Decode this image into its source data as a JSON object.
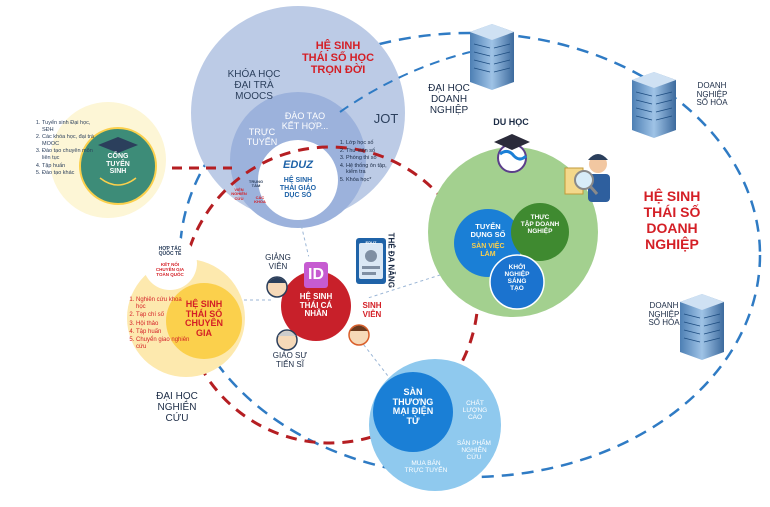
{
  "colors": {
    "dashed_blue": "#2f7bc4",
    "dashed_red": "#b51e22",
    "lifelong_outer": "#bccbe6",
    "lifelong_inner": "#9cb2dc",
    "enterprise_outer": "#a3d08f",
    "enterprise_inner": "#6fb34f",
    "marketplace_outer": "#8fc9ee",
    "marketplace_inner": "#1a7fd6",
    "expert_outer": "#fce6a3",
    "expert_inner": "#fbd04c",
    "red_text": "#d41f26",
    "dark_text": "#2b3f5c"
  },
  "admissions": {
    "list": [
      "Tuyển sinh Đại học, SĐH",
      "Các khóa học, đại trà MOOC",
      "Đào tạo chuyên môn liên tục",
      "Tập huấn",
      "Đào tạo khác"
    ],
    "badge": "CỔNG\nTUYỂN\nSINH"
  },
  "lifelong": {
    "title": "HỆ SINH\nTHÁI SỐ HỌC\nTRỌN ĐỜI",
    "moocs": "KHÓA HỌC\nĐẠI TRÀ\nMOOCS",
    "blended": "ĐÀO TẠO\nKẾT HỢP...",
    "online": "TRỰC\nTUYẾN",
    "jot": "JOT",
    "logo": "EDUZ",
    "digital_edu": "HỆ SINH\nTHÁI GIÁO\nDỤC SỐ",
    "center_tag": "TRUNG\nTÂM",
    "institute_tag": "VIỆN\nNGHIÊN\nCỨU",
    "faculty_tag": "CÁC\nKHOA",
    "features": [
      "Lớp học số",
      "Thư viện số",
      "Phòng thi số",
      "Hệ thống ôn tập, kiểm tra",
      "Khóa học*"
    ]
  },
  "enterprise": {
    "title": "HỆ SINH\nTHÁI SỐ\nDOANH\nNGHIỆP",
    "study_abroad": "DU HỌC",
    "recruit": "TUYỂN\nDỤNG SỐ",
    "job_floor": "SÀN VIỆC\nLÀM",
    "intern": "THỰC\nTẬP DOANH\nNGHIỆP",
    "startup": "KHỞI\nNGHIỆP\nSÁNG\nTẠO",
    "university": "ĐẠI HỌC\nDOANH\nNGHIỆP",
    "digital_1": "DOANH\nNGHIỆP\nSỐ HÓA",
    "digital_2": "DOANH\nNGHIỆP\nSỐ HÓA"
  },
  "personal": {
    "title": "HỆ SINH\nTHÁI CÁ\nNHÂN",
    "id_badge": "ID",
    "lecturer": "GIẢNG\nVIÊN",
    "student": "SINH\nVIÊN",
    "professor": "GIÁO SƯ\nTIẾN SĨ",
    "card": "THẺ ĐA NĂNG",
    "card_brand": "EDUZ"
  },
  "expert": {
    "title": "HỆ SINH\nTHÁI SỐ\nCHUYÊN\nGIA",
    "coop": "HỢP TÁC\nQUỐC TẾ",
    "network": "KẾT NỐI\nCHUYÊN GIA\nTOÀN QUỐC",
    "list": [
      "Nghiên cứu khoa học",
      "Tạp chí số",
      "Hội thảo",
      "Tập huấn",
      "Chuyển giao nghiên cứu"
    ],
    "research_uni": "ĐẠI HỌC\nNGHIÊN\nCỨU"
  },
  "marketplace": {
    "title": "SÀN\nTHƯƠNG\nMẠI ĐIỆN\nTỬ",
    "quality": "CHẤT\nLƯỢNG\nCAO",
    "research_products": "SẢN PHẨM\nNGHIÊN\nCỨU",
    "online_trade": "MUA BÁN\nTRỰC TUYẾN"
  },
  "icons": [
    "building-icon",
    "graduation-globe-icon",
    "job-search-icon",
    "id-icon",
    "avatar-icon",
    "phone-card-icon",
    "funnel-cap-icon"
  ]
}
